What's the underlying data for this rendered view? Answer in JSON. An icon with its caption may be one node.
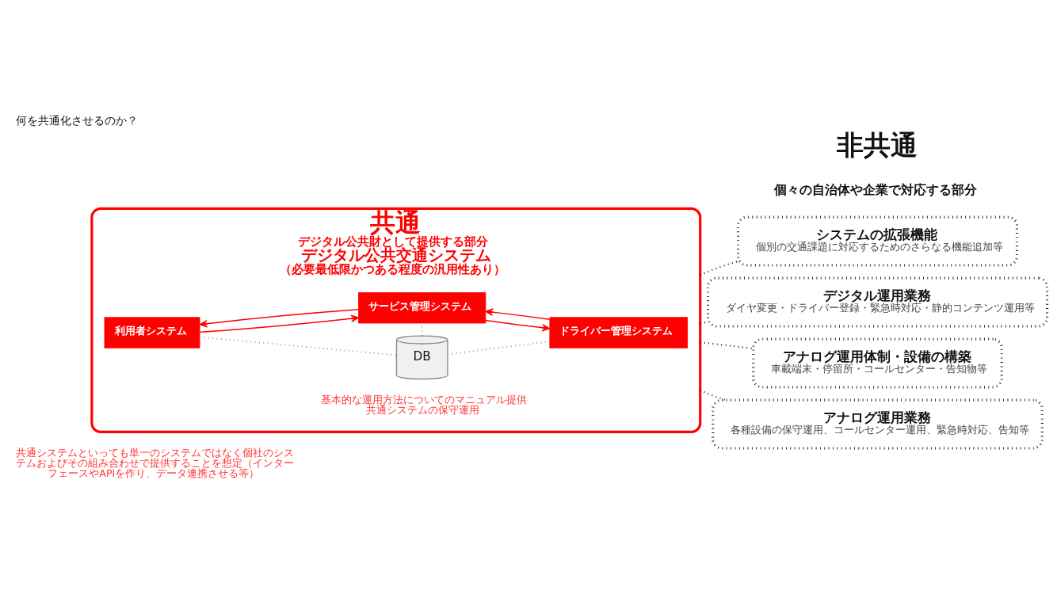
{
  "diagram": {
    "title": "何を共通化させるのか？",
    "nodes": [
      {
        "text": [
          "共通",
          "デジタル公共財として提供する部分",
          "デジタル公共交通システム",
          "（必要最低限かつある程度の汎用性あり）",
          "基本的な運用方法についてのマニュアル提供共通システムの保守運用"
        ]
      },
      {
        "text": [
          "サービス管理システム"
        ],
        "in": 0
      },
      {
        "text": [
          "DB"
        ],
        "in": 0
      },
      {
        "text": [
          "利用者システム"
        ],
        "in": 0
      },
      {
        "text": [
          "ドライバー管理システム"
        ],
        "in": 0
      },
      {
        "text": [
          "システムの拡張機能",
          "個別の交通課題に対応するためのさらなる機能追加等"
        ]
      },
      {
        "text": [
          "デジタル運用業務",
          "ダイヤ変更・ドライバー登録・緊急時対応・静的コンテンツ運用等"
        ]
      },
      {
        "text": [
          "アナログ運用体制・設備の構築",
          "車載端末・停留所・コールセンター・告知物等"
        ]
      },
      {
        "text": [
          "アナログ運用業務",
          "各種設備の保守運用、コールセンター運用、緊急時対応、告知等"
        ]
      }
    ],
    "edges": [
      {
        "from": 2,
        "to": 1,
        "arrow": "none",
        "style": "dashed",
        "color": "#999999"
      },
      {
        "from": 3,
        "to": 2,
        "arrow": "none",
        "style": "dashed",
        "color": "#999999"
      },
      {
        "from": 2,
        "to": 4,
        "arrow": "none",
        "style": "dashed",
        "color": "#999999"
      },
      {
        "from": 3,
        "to": 1,
        "arrow": "to",
        "color": "#ff0000"
      },
      {
        "from": 1,
        "to": 3,
        "arrow": "to",
        "color": "#ff0000"
      },
      {
        "from": 4,
        "to": 1,
        "arrow": "to",
        "color": "#ff0000"
      },
      {
        "from": 1,
        "to": 4,
        "arrow": "to",
        "color": "#ff0000"
      },
      {
        "from": 0,
        "to": 5,
        "arrow": "none",
        "style": "dashed",
        "color": "#000000"
      },
      {
        "from": 0,
        "to": 6,
        "arrow": "none",
        "style": "dashed",
        "color": "#000000"
      },
      {
        "from": 0,
        "to": 7,
        "arrow": "none",
        "style": "dashed",
        "color": "#000000"
      },
      {
        "from": 0,
        "to": 8,
        "arrow": "none",
        "style": "dashed",
        "color": "#000000"
      }
    ],
    "labels": [
      "非共通",
      "個々の自治体や企業で対応する部分",
      "共通システムといっても単一のシステムではなく個社のシステムおよびその組み合わせで提供することを想定（インターフェースやAPIを作り、データ連携させる等）"
    ]
  }
}
